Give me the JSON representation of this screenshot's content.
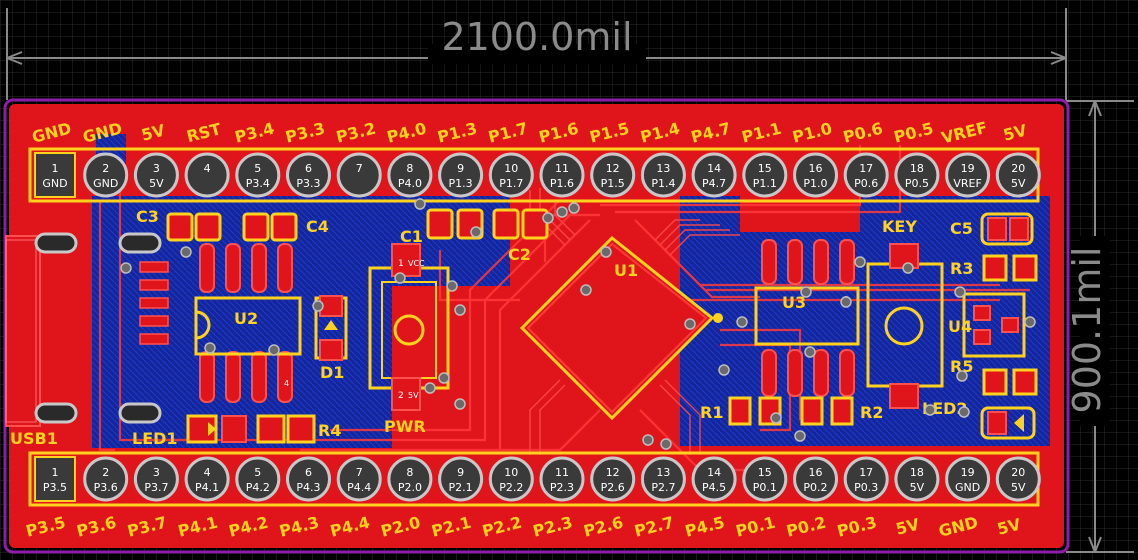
{
  "dimensions": {
    "width_label": "2100.0mil",
    "height_label": "900.1mil"
  },
  "colors": {
    "background": "#000000",
    "grid": "#2c2c2c",
    "board_outline": "#8c1ea8",
    "copper_top": "#e0151b",
    "copper_bottom": "#142a9c",
    "silkscreen": "#ffd21e",
    "pad": "#c8c8c8",
    "pad_dark": "#3a3a3a"
  },
  "header_top": {
    "silk_labels": [
      "GND",
      "GND",
      "5V",
      "RST",
      "P3.4",
      "P3.3",
      "P3.2",
      "P4.0",
      "P1.3",
      "P1.7",
      "P1.6",
      "P1.5",
      "P1.4",
      "P4.7",
      "P1.1",
      "P1.0",
      "P0.6",
      "P0.5",
      "VREF",
      "5V"
    ],
    "pin_numbers": [
      "1",
      "2",
      "3",
      "4",
      "5",
      "6",
      "7",
      "8",
      "9",
      "10",
      "11",
      "12",
      "13",
      "14",
      "15",
      "16",
      "17",
      "18",
      "19",
      "20"
    ],
    "pin_nets": [
      "GND",
      "GND",
      "5V",
      "",
      "P3.4",
      "P3.3",
      "",
      "P4.0",
      "P1.3",
      "P1.7",
      "P1.6",
      "P1.5",
      "P1.4",
      "P4.7",
      "P1.1",
      "P1.0",
      "P0.6",
      "P0.5",
      "VREF",
      "5V"
    ]
  },
  "header_bottom": {
    "silk_labels": [
      "P3.5",
      "P3.6",
      "P3.7",
      "P4.1",
      "P4.2",
      "P4.3",
      "P4.4",
      "P2.0",
      "P2.1",
      "P2.2",
      "P2.3",
      "P2.6",
      "P2.7",
      "P4.5",
      "P0.1",
      "P0.2",
      "P0.3",
      "5V",
      "GND",
      "5V"
    ],
    "pin_numbers": [
      "1",
      "2",
      "3",
      "4",
      "5",
      "6",
      "7",
      "8",
      "9",
      "10",
      "11",
      "12",
      "13",
      "14",
      "15",
      "16",
      "17",
      "18",
      "19",
      "20"
    ],
    "pin_nets": [
      "P3.5",
      "P3.6",
      "P3.7",
      "P4.1",
      "P4.2",
      "P4.3",
      "P4.4",
      "P2.0",
      "P2.1",
      "P2.2",
      "P2.3",
      "P2.6",
      "P2.7",
      "P4.5",
      "P0.1",
      "P0.2",
      "P0.3",
      "5V",
      "GND",
      "5V"
    ]
  },
  "components": {
    "c3": "C3",
    "c4": "C4",
    "c1": "C1",
    "c2": "C2",
    "u1": "U1",
    "u2": "U2",
    "u3": "U3",
    "u4": "U4",
    "d1": "D1",
    "key": "KEY",
    "c5": "C5",
    "r3": "R3",
    "r5": "R5",
    "r1": "R1",
    "r2": "R2",
    "r4": "R4",
    "led1": "LED1",
    "led2": "LED2",
    "usb1": "USB1",
    "pwr": "PWR"
  },
  "small_pad_labels": {
    "c1_pin1": "1",
    "c1_net": "VCC",
    "pwr_pin2": "2",
    "pwr_net": "5V",
    "u2_pin4": "4"
  }
}
